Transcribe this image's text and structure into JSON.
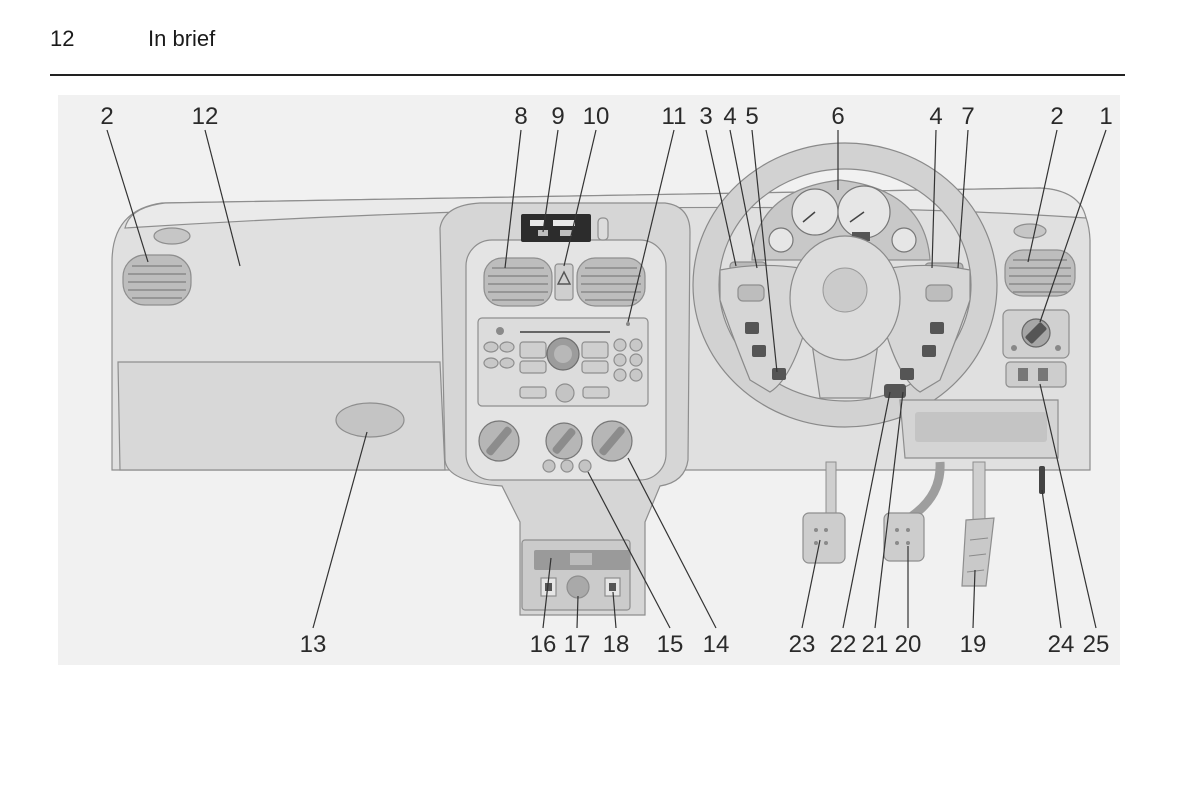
{
  "header": {
    "page_number": "12",
    "section_title": "In brief"
  },
  "figure": {
    "callouts_top": [
      {
        "label": "2"
      },
      {
        "label": "12"
      },
      {
        "label": "8"
      },
      {
        "label": "9"
      },
      {
        "label": "10"
      },
      {
        "label": "11"
      },
      {
        "label": "3"
      },
      {
        "label": "4"
      },
      {
        "label": "5"
      },
      {
        "label": "6"
      },
      {
        "label": "4"
      },
      {
        "label": "7"
      },
      {
        "label": "2"
      },
      {
        "label": "1"
      }
    ],
    "callouts_bottom": [
      {
        "label": "13"
      },
      {
        "label": "16"
      },
      {
        "label": "17"
      },
      {
        "label": "18"
      },
      {
        "label": "15"
      },
      {
        "label": "14"
      },
      {
        "label": "23"
      },
      {
        "label": "22"
      },
      {
        "label": "21"
      },
      {
        "label": "20"
      },
      {
        "label": "19"
      },
      {
        "label": "24"
      },
      {
        "label": "25"
      }
    ]
  }
}
